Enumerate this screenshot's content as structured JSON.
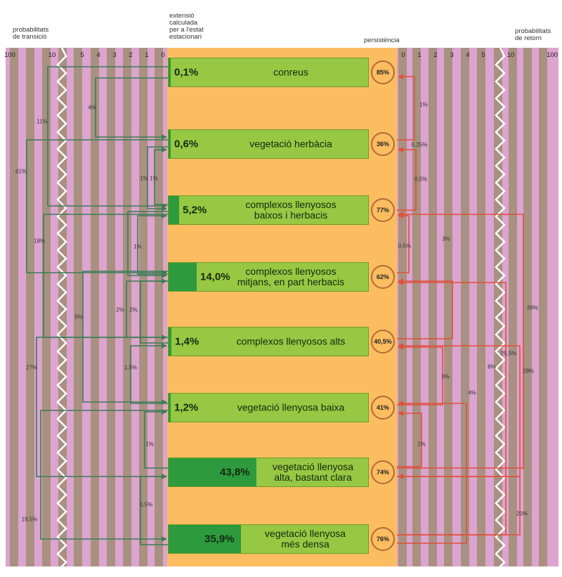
{
  "header": {
    "left_title": "probabilitats\nde transició",
    "center_title": "extensió\ncalculada\nper a l'estat\nestacionari",
    "persistence_title": "persistència",
    "right_title": "probabilitats\nde retorn"
  },
  "left_ticks": [
    "100",
    "10",
    "5",
    "4",
    "3",
    "2",
    "1",
    "0"
  ],
  "right_ticks": [
    "0",
    "1",
    "2",
    "3",
    "4",
    "5",
    "10",
    "100"
  ],
  "states": [
    {
      "percent": "0,1%",
      "label": "conreus",
      "persistence": "85%",
      "extent": 0.1
    },
    {
      "percent": "0,6%",
      "label": "vegetació herbàcia",
      "persistence": "36%",
      "extent": 0.6
    },
    {
      "percent": "5,2%",
      "label": "complexos llenyosos\nbaixos i herbacis",
      "persistence": "77%",
      "extent": 5.2
    },
    {
      "percent": "14,0%",
      "label": "complexos llenyosos\nmitjans, en part herbacis",
      "persistence": "62%",
      "extent": 14.0
    },
    {
      "percent": "1,4%",
      "label": "complexos llenyosos alts",
      "persistence": "40,5%",
      "extent": 1.4
    },
    {
      "percent": "1,2%",
      "label": "vegetació llenyosa baixa",
      "persistence": "41%",
      "extent": 1.2
    },
    {
      "percent": "43,8%",
      "label": "vegetació llenyosa\nalta, bastant clara",
      "persistence": "74%",
      "extent": 43.8
    },
    {
      "percent": "35,9%",
      "label": "vegetació llenyosa\nmés densa",
      "persistence": "76%",
      "extent": 35.9
    }
  ],
  "transition_labels": [
    "11%",
    "61%",
    "18%",
    "27%",
    "19,5%",
    "4%",
    "5%",
    "1%",
    "1%",
    "1%",
    "2%",
    "2%",
    "1,5%",
    "1%",
    "0,5%"
  ],
  "return_labels": [
    "1%",
    "0,25%",
    "0,5%",
    "0,5%",
    "3%",
    "39%",
    "25,5%",
    "29%",
    "3%",
    "8%",
    "4%",
    "1%",
    "20%"
  ],
  "colors": {
    "pink_band": "#dca4cf",
    "brown_stripe": "#a89180",
    "center_bg": "#fbbd60",
    "box_light": "#97c843",
    "box_dark": "#2e9a3e",
    "transition_arrow": "#3a7d57",
    "return_arrow": "#e0503b",
    "persistence_ring": "#b46a3a"
  }
}
